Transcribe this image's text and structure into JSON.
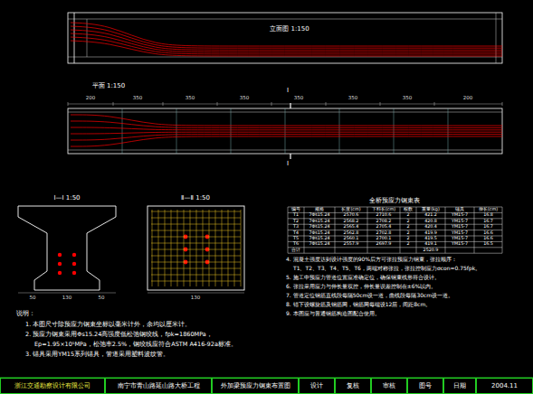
{
  "diagram": {
    "nodes": [
      {
        "text": [
          "浙江交通勘察设计有限公司"
        ]
      },
      {
        "text": [
          "南宁市青山路延山路大桥工程"
        ]
      },
      {
        "text": [
          "外加梁预应力钢束布置图"
        ]
      },
      {
        "text": [
          "设计"
        ]
      },
      {
        "text": [
          "复核"
        ]
      },
      {
        "text": [
          "审核"
        ]
      },
      {
        "text": [
          "图号"
        ]
      },
      {
        "text": [
          "日期"
        ]
      },
      {
        "text": [
          "2004.11"
        ]
      }
    ],
    "labels": [
      "立面图 1:150",
      "平面 1:150",
      "Ⅰ",
      "Ⅰ",
      "200",
      "350",
      "350",
      "350",
      "350",
      "350",
      "350",
      "200",
      "Ⅰ—Ⅰ 1:50",
      "Ⅱ—Ⅱ 1:50",
      "50",
      "130",
      "50",
      "130",
      "全桥预应力钢束表",
      "说明：",
      "1. 本图尺寸除预应力钢束坐标以毫米计外，余均以厘米计。",
      "2. 预应力钢束采用Φs15.24高强度低松弛钢绞线，fpk=1860MPa，",
      "Ep=1.95×10⁵MPa，松弛率2.5%，钢绞线应符合ASTM A416-92a标准。",
      "3. 锚具采用YM15系列锚具，管道采用塑料波纹管。",
      "4. 混凝土强度达到设计强度的90%后方可张拉预应力钢束，张拉顺序：",
      "T1、T2、T3、T4、T5、T6，两端对称张拉，张拉控制应力σcon=0.75fpk。",
      "5. 施工中预应力管道位置应准确定位，确保钢束线形符合设计。",
      "6. 张拉采用应力与伸长量双控，伸长量误差控制在±6%以内。",
      "7. 管道定位钢筋直线段每隔50cm设一道，曲线段每隔30cm设一道。",
      "8. 锚下设螺旋筋及钢筋网，钢筋网每端设12层，间距8cm。",
      "9. 本图应与普通钢筋构造图配合使用。",
      "编号",
      "规格",
      "长度(cm)",
      "下料长(cm)",
      "根数",
      "重量(kg)",
      "锚具",
      "伸长(cm)",
      "T1",
      "7Φs15.24",
      "2570.6",
      "2710.6",
      "2",
      "421.2",
      "YM15-7",
      "16.8",
      "T2",
      "7Φs15.24",
      "2568.2",
      "2708.2",
      "2",
      "420.8",
      "YM15-7",
      "16.7",
      "T3",
      "7Φs15.24",
      "2565.4",
      "2705.4",
      "2",
      "420.4",
      "YM15-7",
      "16.7",
      "T4",
      "7Φs15.24",
      "2562.8",
      "2702.8",
      "2",
      "419.9",
      "YM15-7",
      "16.6",
      "T5",
      "7Φs15.24",
      "2560.1",
      "2700.1",
      "2",
      "419.5",
      "YM15-7",
      "16.6",
      "T6",
      "7Φs15.24",
      "2557.9",
      "2697.9",
      "2",
      "419.1",
      "YM15-7",
      "16.5",
      "合计",
      "2520.9"
    ]
  }
}
